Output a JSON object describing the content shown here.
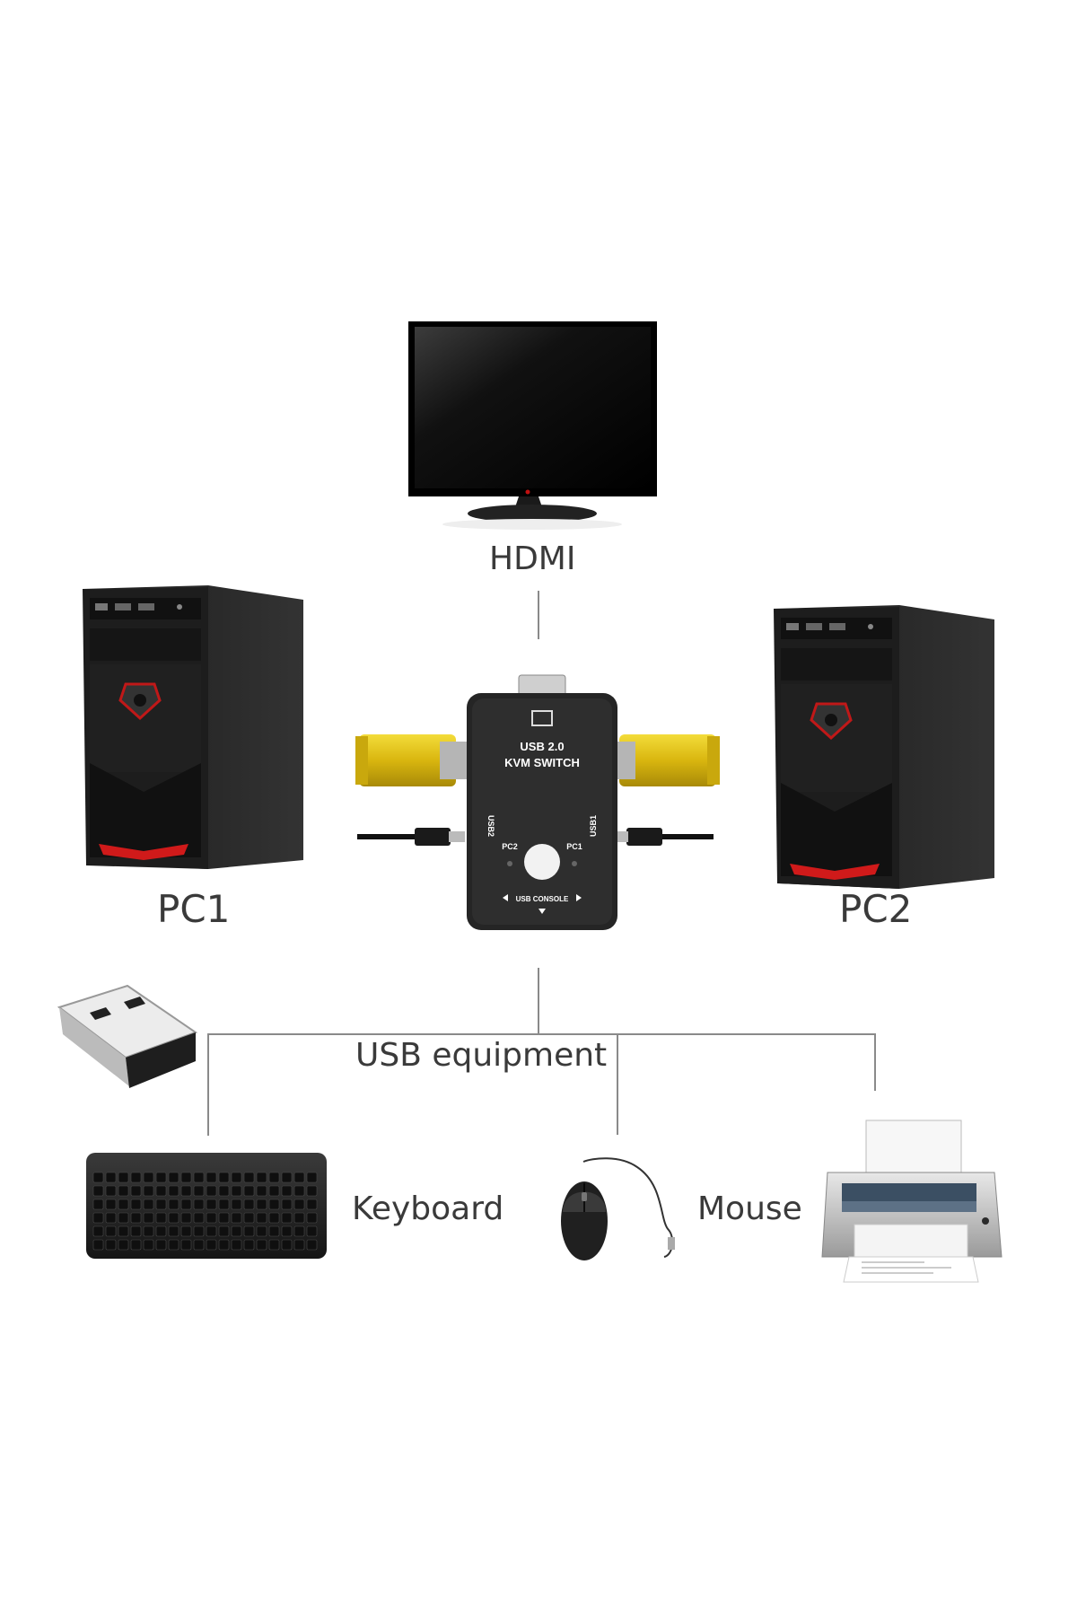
{
  "labels": {
    "hdmi": "HDMI",
    "pc1": "PC1",
    "pc2": "PC2",
    "usb_equipment": "USB equipment",
    "keyboard": "Keyboard",
    "mouse": "Mouse"
  },
  "kvm_switch": {
    "title_line1": "USB 2.0",
    "title_line2": "KVM SWITCH",
    "port_pc1": "PC1",
    "port_pc2": "PC2",
    "usb1": "USB1",
    "usb2": "USB2",
    "console": "USB CONSOLE"
  },
  "colors": {
    "device_body": "#2b2b2b",
    "accent_red": "#d01a1a",
    "vga_yellow": "#e8c818",
    "connector_line": "#8a8a8a"
  }
}
